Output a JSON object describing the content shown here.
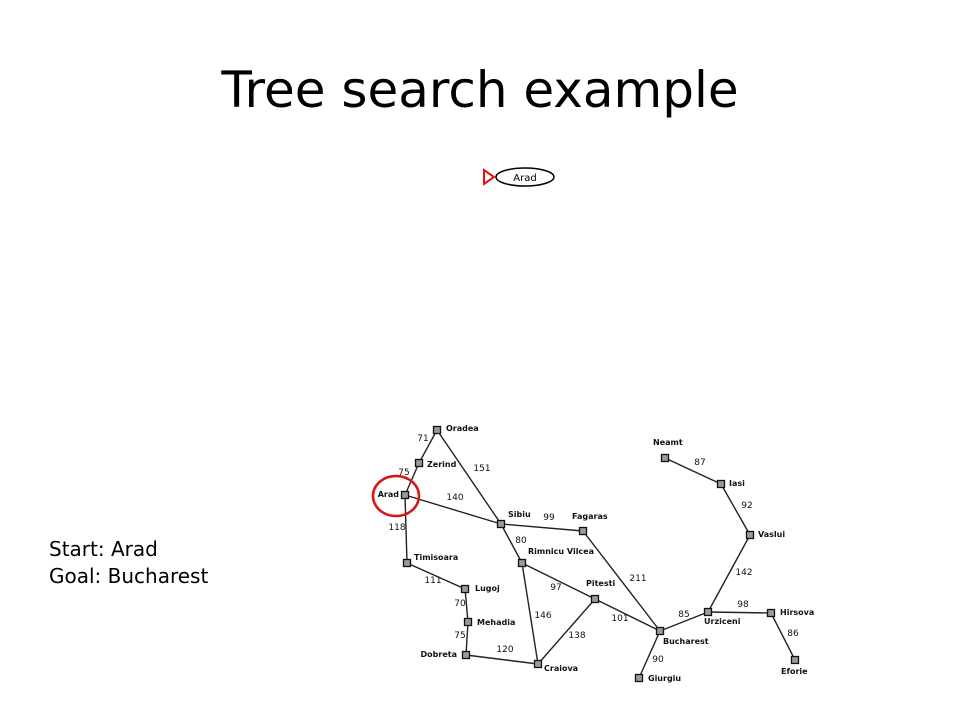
{
  "title": "Tree search example",
  "tree": {
    "root_label": "Arad"
  },
  "problem": {
    "start": "Start: Arad",
    "goal": "Goal: Bucharest"
  },
  "highlight": {
    "city": "Arad",
    "color": "#e01010"
  },
  "colors": {
    "marker": "#e01010",
    "city_fill": "#9a9a9a",
    "line": "#222222"
  },
  "map": {
    "cities": [
      {
        "id": "oradea",
        "name": "Oradea"
      },
      {
        "id": "zerind",
        "name": "Zerind"
      },
      {
        "id": "arad",
        "name": "Arad"
      },
      {
        "id": "timisoara",
        "name": "Timisoara"
      },
      {
        "id": "lugoj",
        "name": "Lugoj"
      },
      {
        "id": "mehadia",
        "name": "Mehadia"
      },
      {
        "id": "dobreta",
        "name": "Dobreta"
      },
      {
        "id": "craiova",
        "name": "Craiova"
      },
      {
        "id": "sibiu",
        "name": "Sibiu"
      },
      {
        "id": "fagaras",
        "name": "Fagaras"
      },
      {
        "id": "rimnicu",
        "name": "Rimnicu Vilcea"
      },
      {
        "id": "pitesti",
        "name": "Pitesti"
      },
      {
        "id": "bucharest",
        "name": "Bucharest"
      },
      {
        "id": "giurgiu",
        "name": "Giurgiu"
      },
      {
        "id": "urziceni",
        "name": "Urziceni"
      },
      {
        "id": "hirsova",
        "name": "Hirsova"
      },
      {
        "id": "eforie",
        "name": "Eforie"
      },
      {
        "id": "vaslui",
        "name": "Vaslui"
      },
      {
        "id": "iasi",
        "name": "Iasi"
      },
      {
        "id": "neamt",
        "name": "Neamt"
      }
    ],
    "roads": [
      {
        "from": "oradea",
        "to": "zerind",
        "distance": "71"
      },
      {
        "from": "zerind",
        "to": "arad",
        "distance": "75"
      },
      {
        "from": "oradea",
        "to": "sibiu",
        "distance": "151"
      },
      {
        "from": "arad",
        "to": "sibiu",
        "distance": "140"
      },
      {
        "from": "arad",
        "to": "timisoara",
        "distance": "118"
      },
      {
        "from": "timisoara",
        "to": "lugoj",
        "distance": "111"
      },
      {
        "from": "lugoj",
        "to": "mehadia",
        "distance": "70"
      },
      {
        "from": "mehadia",
        "to": "dobreta",
        "distance": "75"
      },
      {
        "from": "dobreta",
        "to": "craiova",
        "distance": "120"
      },
      {
        "from": "sibiu",
        "to": "fagaras",
        "distance": "99"
      },
      {
        "from": "sibiu",
        "to": "rimnicu",
        "distance": "80"
      },
      {
        "from": "rimnicu",
        "to": "pitesti",
        "distance": "97"
      },
      {
        "from": "rimnicu",
        "to": "craiova",
        "distance": "146"
      },
      {
        "from": "craiova",
        "to": "pitesti",
        "distance": "138"
      },
      {
        "from": "fagaras",
        "to": "bucharest",
        "distance": "211"
      },
      {
        "from": "pitesti",
        "to": "bucharest",
        "distance": "101"
      },
      {
        "from": "bucharest",
        "to": "giurgiu",
        "distance": "90"
      },
      {
        "from": "bucharest",
        "to": "urziceni",
        "distance": "85"
      },
      {
        "from": "urziceni",
        "to": "hirsova",
        "distance": "98"
      },
      {
        "from": "hirsova",
        "to": "eforie",
        "distance": "86"
      },
      {
        "from": "urziceni",
        "to": "vaslui",
        "distance": "142"
      },
      {
        "from": "vaslui",
        "to": "iasi",
        "distance": "92"
      },
      {
        "from": "iasi",
        "to": "neamt",
        "distance": "87"
      }
    ]
  }
}
